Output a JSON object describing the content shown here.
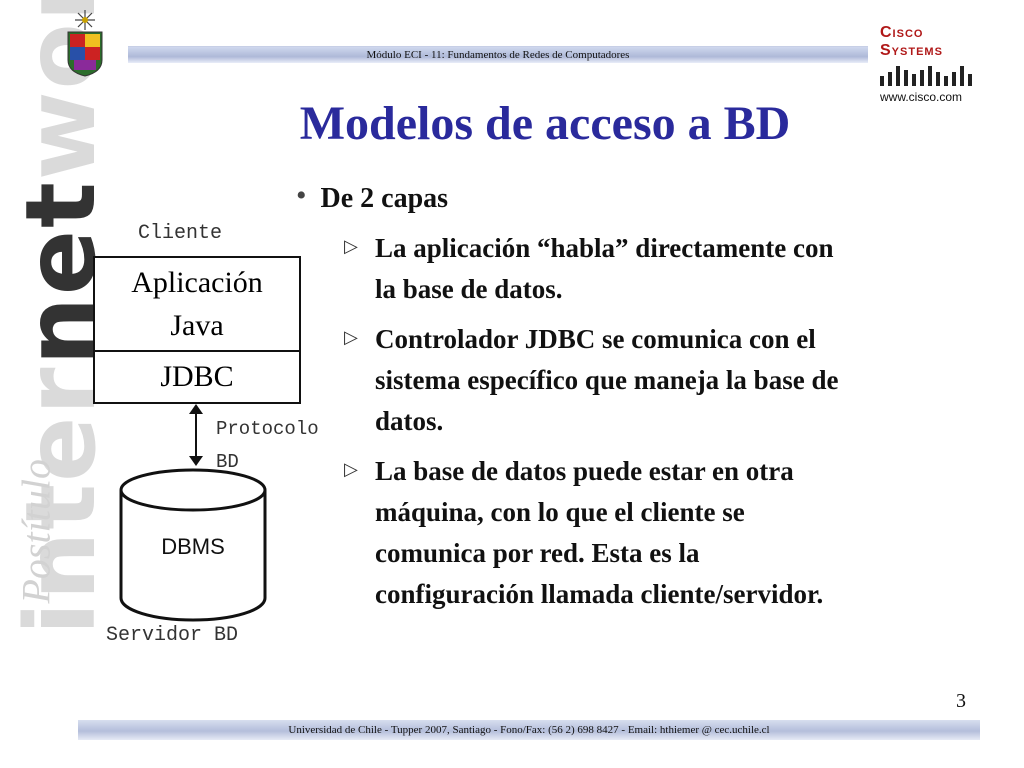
{
  "header": {
    "module": "Módulo ECI - 11: Fundamentos de Redes de Computadores",
    "cisco_brand": "Cisco Systems",
    "cisco_url": "www.cisco.com"
  },
  "watermark": {
    "word_pre": "inter",
    "word_net": "net",
    "word_post": "working",
    "postitulo": "Postítulo"
  },
  "slide": {
    "title": "Modelos de acceso a BD",
    "bullet": "De 2 capas",
    "items": [
      {
        "lines": [
          "La aplicación “habla” directamente con",
          "la base de datos."
        ]
      },
      {
        "lines": [
          "Controlador JDBC se comunica con el",
          "sistema específico que maneja la base de",
          "datos."
        ]
      },
      {
        "lines": [
          "La base de datos puede estar en otra",
          "máquina, con lo que el cliente se",
          "comunica por red. Esta es la",
          "configuración llamada cliente/servidor."
        ]
      }
    ],
    "page_number": "3"
  },
  "diagram": {
    "client_label": "Cliente",
    "app_line1": "Aplicación",
    "app_line2": "Java",
    "jdbc": "JDBC",
    "protocol_line1": "Protocolo",
    "protocol_line2": "BD",
    "dbms": "DBMS",
    "server_label": "Servidor BD"
  },
  "footer": {
    "text": "Universidad de Chile - Tupper 2007, Santiago - Fono/Fax: (56 2) 698 8427 - Email: hthiemer @ cec.uchile.cl"
  }
}
